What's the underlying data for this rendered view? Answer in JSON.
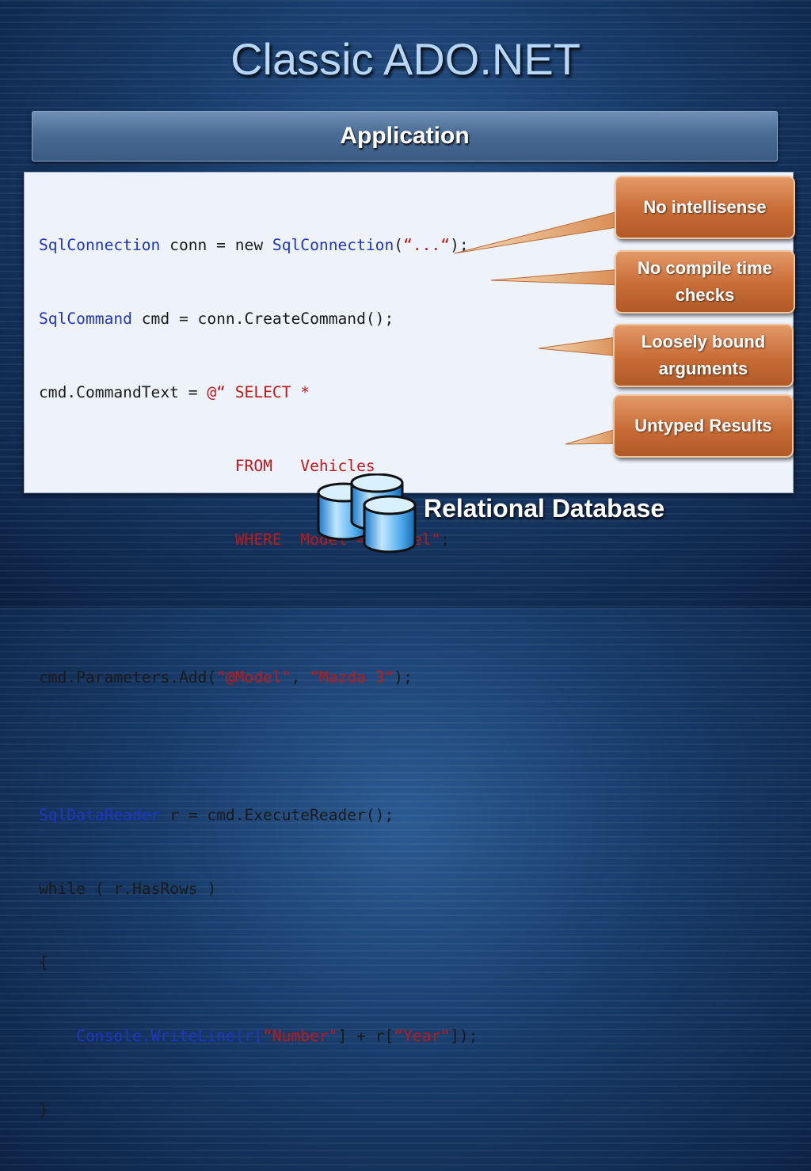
{
  "title": "Classic ADO.NET",
  "app_bar": "Application",
  "code": {
    "line1": {
      "t1": "SqlConnection",
      "t2": " conn = new ",
      "t3": "SqlConnection",
      "t4": "(",
      "t5": "“...“",
      "t6": ");"
    },
    "line2": {
      "t1": "SqlCommand",
      "t2": " cmd = conn.CreateCommand();"
    },
    "line3": {
      "t1": "cmd.CommandText = ",
      "t2": "@“ SELECT *"
    },
    "line4": {
      "t1": "                     ",
      "t2": "FROM   Vehicles"
    },
    "line5": {
      "t1": "                     ",
      "t2": "WHERE  Model = @Model\"",
      "t3": ";"
    },
    "line6": {
      "t1": "cmd.Parameters.Add(",
      "t2": "\"@Model\"",
      "t3": ", ",
      "t4": "“Mazda 3“",
      "t5": ");"
    },
    "line7": {
      "t1": "SqlDataReader",
      "t2": " r = cmd.ExecuteReader();"
    },
    "line8": {
      "t1": "while ( r.HasRows )"
    },
    "line9": {
      "t1": "{"
    },
    "line10": {
      "t1": "    ",
      "t2": "Console.WriteLine(r[",
      "t3": "“Number\"",
      "t4": "] + r[",
      "t5": "“Year\"",
      "t6": "]);"
    },
    "line11": {
      "t1": "}"
    }
  },
  "callouts": [
    {
      "label": "No intellisense"
    },
    {
      "label": "No compile time checks"
    },
    {
      "label": "Loosely bound arguments"
    },
    {
      "label": "Untyped Results"
    }
  ],
  "database_label": "Relational Database",
  "colors": {
    "keyword": "#1f35c4",
    "string": "#c01818",
    "callout": "#c86c36"
  }
}
